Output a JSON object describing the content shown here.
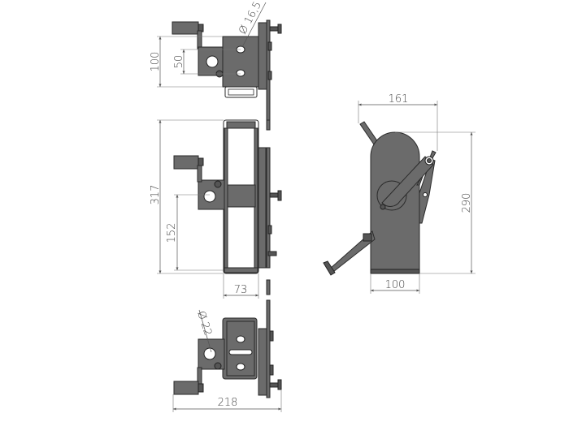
{
  "drawing": {
    "top_view": {
      "dim_height": "100",
      "dim_hole_spacing": "50",
      "dim_hole_diameter": "Ø 16,5"
    },
    "middle_view": {
      "dim_height": "317",
      "dim_axis_height": "152",
      "dim_depth": "73"
    },
    "bottom_view": {
      "dim_hole_diameter": "Ø 22",
      "dim_width": "218"
    },
    "side_view": {
      "dim_width_top": "161",
      "dim_height": "290",
      "dim_base_width": "100"
    }
  },
  "colors": {
    "part": "#6b6b6b",
    "outline": "#2a2a2a",
    "dimension": "#555555"
  }
}
